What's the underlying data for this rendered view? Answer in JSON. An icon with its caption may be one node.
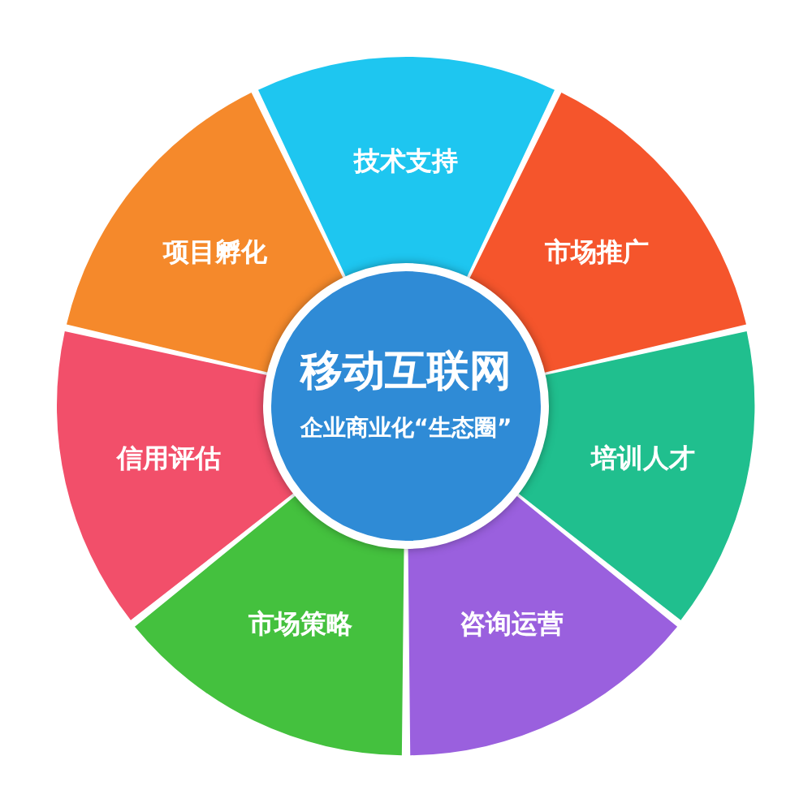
{
  "diagram": {
    "nodes": [
      {
        "text": [
          "移动互联网",
          "企业商业化“生态圈”"
        ]
      },
      {
        "text": [
          "技术支持"
        ]
      },
      {
        "text": [
          "市场推广"
        ]
      },
      {
        "text": [
          "培训人才"
        ]
      },
      {
        "text": [
          "咨询运营"
        ]
      },
      {
        "text": [
          "市场策略"
        ]
      },
      {
        "text": [
          "信用评估"
        ]
      },
      {
        "text": [
          "项目孵化"
        ]
      }
    ]
  }
}
